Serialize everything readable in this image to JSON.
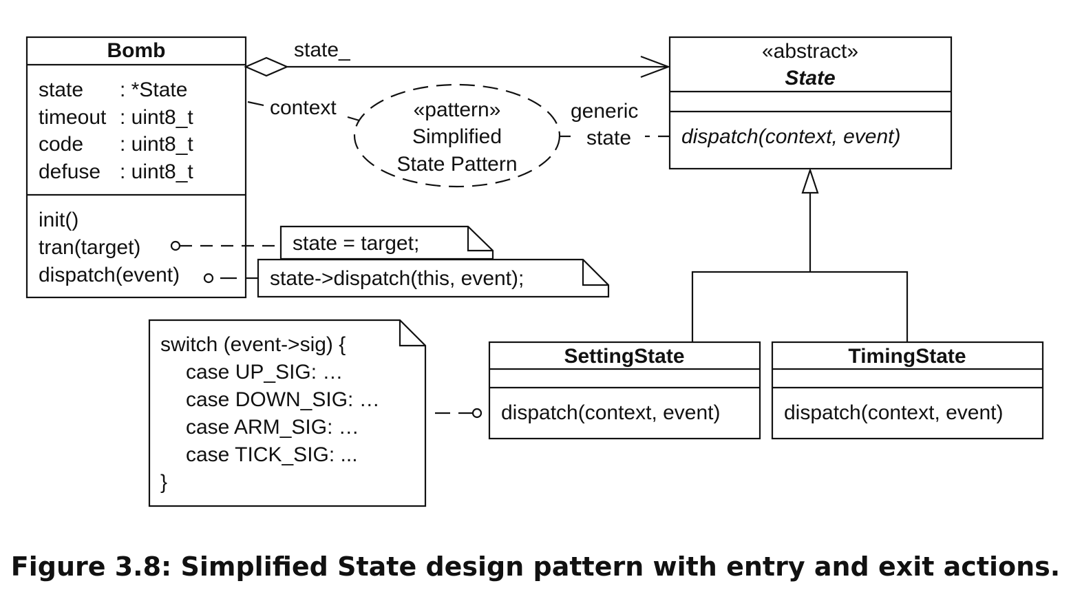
{
  "bomb": {
    "name": "Bomb",
    "attributes": [
      {
        "name": "state",
        "type": ": *State"
      },
      {
        "name": "timeout",
        "type": ": uint8_t"
      },
      {
        "name": "code",
        "type": ": uint8_t"
      },
      {
        "name": "defuse",
        "type": ": uint8_t"
      }
    ],
    "operations": [
      "init()",
      "tran(target)",
      "dispatch(event)"
    ]
  },
  "state_class": {
    "stereotype": "«abstract»",
    "name": "State",
    "operation": "dispatch(context, event)"
  },
  "setting_state": {
    "name": "SettingState",
    "operation": "dispatch(context, event)"
  },
  "timing_state": {
    "name": "TimingState",
    "operation": "dispatch(context, event)"
  },
  "association": {
    "label": "state_"
  },
  "pattern": {
    "stereotype": "«pattern»",
    "line1": "Simplified",
    "line2": "State Pattern",
    "role_context": "context",
    "role_generic_1": "generic",
    "role_generic_2": "state"
  },
  "notes": {
    "tran": "state = target;",
    "dispatch": "state->dispatch(this, event);",
    "switch_lines": [
      "switch (event->sig) {",
      "case UP_SIG: …",
      "case DOWN_SIG: …",
      "case ARM_SIG: …",
      "case TICK_SIG: ...",
      "}"
    ]
  },
  "caption": "Figure 3.8: Simplified State design pattern with entry and exit actions."
}
